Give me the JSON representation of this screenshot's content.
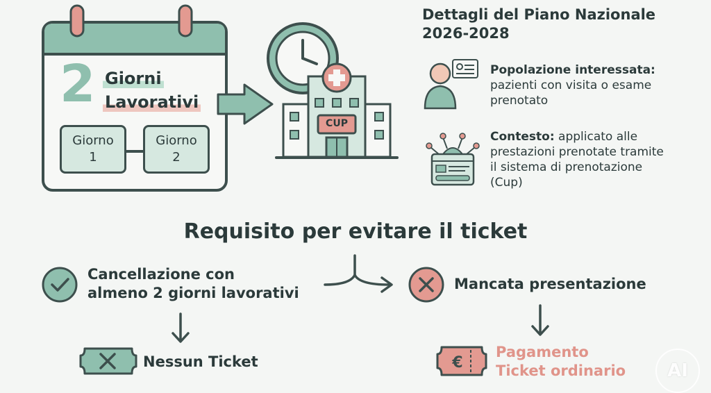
{
  "calendar": {
    "number": "2",
    "line1": "Giorni",
    "line2": "Lavorativi",
    "day1": "Giorno\n1",
    "day2": "Giorno\n2"
  },
  "building": {
    "sign": "CUP"
  },
  "panel": {
    "title_line1": "Dettagli del Piano Nazionale",
    "title_line2": "2026-2028",
    "item1_bold": "Popolazione interessata:",
    "item1_text": "pazienti con visita o esame prenotato",
    "item2_bold": "Contesto:",
    "item2_text": "applicato alle prestazioni prenotate tramite il sistema di prenotazione (Cup)"
  },
  "requirement": {
    "title": "Requisito per evitare il ticket",
    "left_label_line1": "Cancellazione con",
    "left_label_line2": "almeno 2 giorni lavorativi",
    "right_label": "Mancata presentazione",
    "left_result": "Nessun Ticket",
    "right_result_line1": "Pagamento",
    "right_result_line2": "Ticket ordinario"
  },
  "watermark": "AI",
  "colors": {
    "teal": "#8fbfae",
    "light_teal": "#d6e8e0",
    "pink": "#e0948a",
    "dark": "#2b3a3a",
    "outline": "#3d4f4d"
  }
}
